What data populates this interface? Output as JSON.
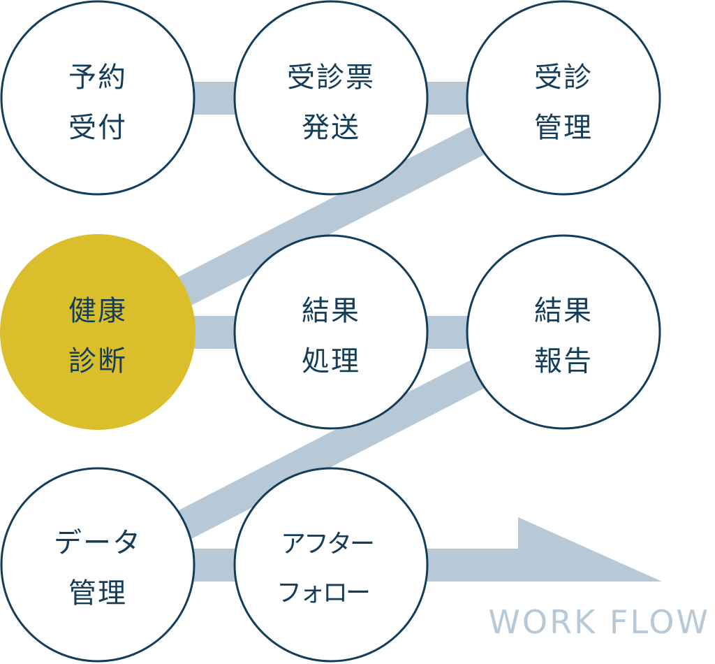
{
  "colors": {
    "connector": "#b7c9d6",
    "node_stroke": "#133d59",
    "node_fill": "#ffffff",
    "node_text": "#133d59",
    "highlight_fill": "#dbbe2c",
    "caption": "#b7c9d6"
  },
  "nodes": [
    {
      "id": "reservation",
      "lines": [
        "予約",
        "受付"
      ],
      "highlighted": false
    },
    {
      "id": "questionnaire",
      "lines": [
        "受診票",
        "発送"
      ],
      "highlighted": false
    },
    {
      "id": "checkin-management",
      "lines": [
        "受診",
        "管理"
      ],
      "highlighted": false
    },
    {
      "id": "health-checkup",
      "lines": [
        "健康",
        "診断"
      ],
      "highlighted": true
    },
    {
      "id": "result-processing",
      "lines": [
        "結果",
        "処理"
      ],
      "highlighted": false
    },
    {
      "id": "result-report",
      "lines": [
        "結果",
        "報告"
      ],
      "highlighted": false
    },
    {
      "id": "data-management",
      "lines": [
        "データ",
        "管理"
      ],
      "highlighted": false
    },
    {
      "id": "aftercare",
      "lines": [
        "アフター",
        "フォロー"
      ],
      "highlighted": false
    }
  ],
  "caption": "WORK FLOW"
}
